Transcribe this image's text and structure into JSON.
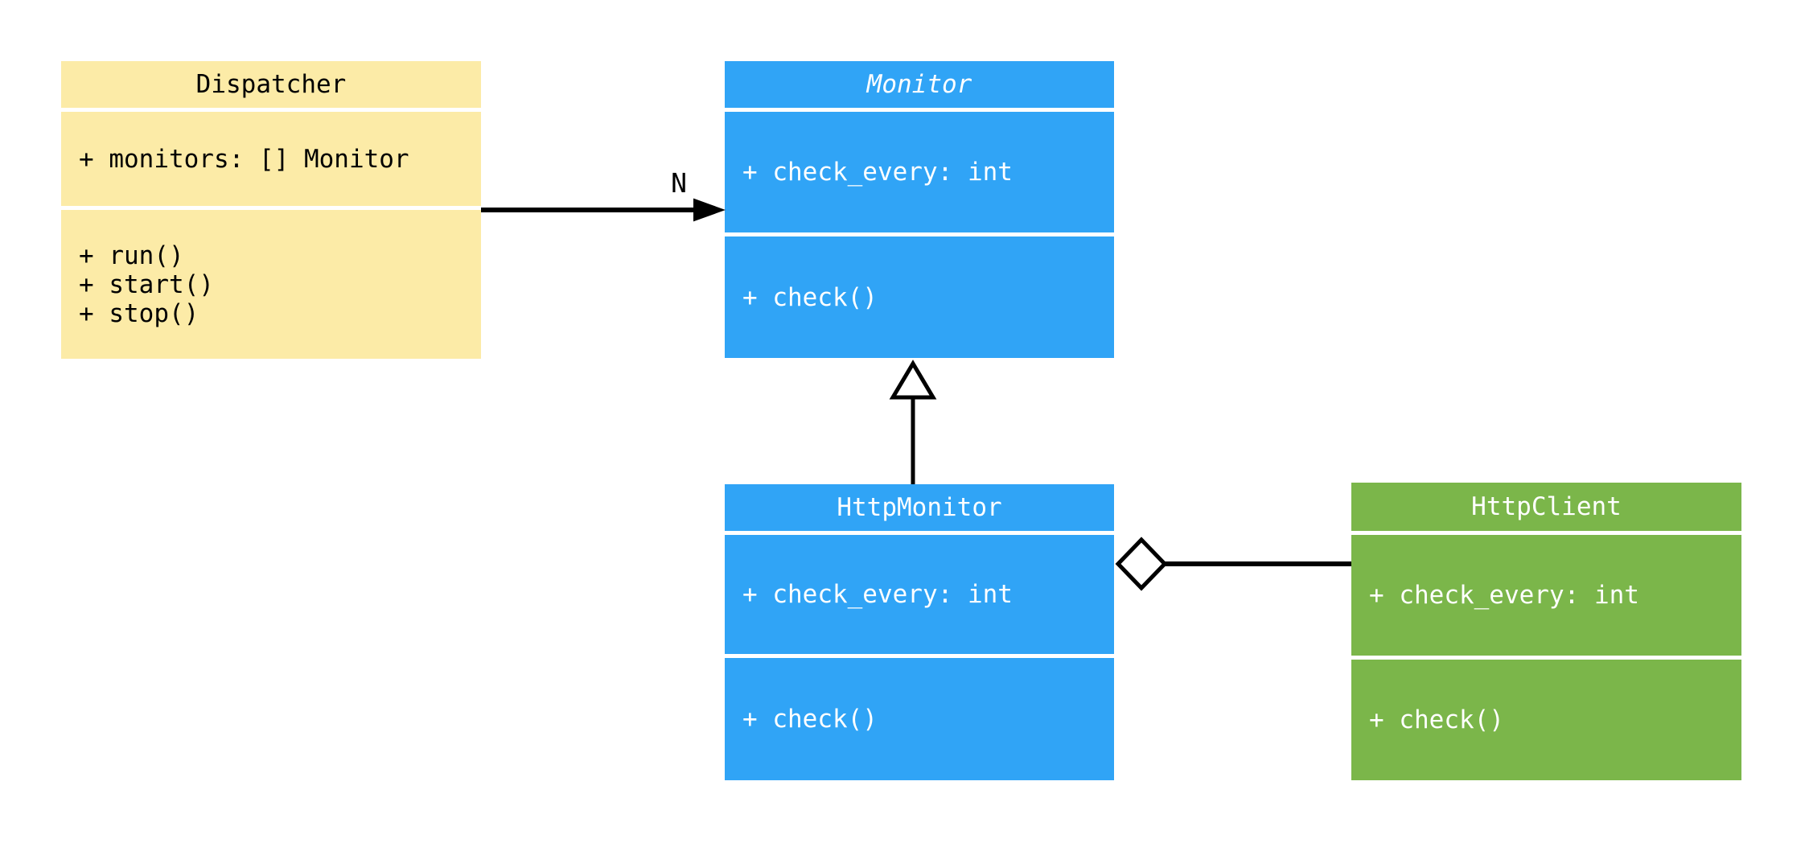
{
  "diagram": {
    "kind": "uml-class-diagram",
    "colors": {
      "dispatcher_fill": "#FCEBA7",
      "monitor_fill": "#30A4F6",
      "http_monitor_fill": "#30A4F6",
      "http_client_fill": "#7BB64A",
      "connector": "#000000",
      "text_on_light": "#000000",
      "text_on_dark": "#FFFFFF",
      "background": "#FFFFFF"
    },
    "classes": [
      {
        "name": "Dispatcher",
        "abstract": false,
        "attributes": [
          "+ monitors: [] Monitor"
        ],
        "methods": [
          "+ run()",
          "+ start()",
          "+ stop()"
        ]
      },
      {
        "name": "Monitor",
        "abstract": true,
        "attributes": [
          "+ check_every: int"
        ],
        "methods": [
          "+ check()"
        ]
      },
      {
        "name": "HttpMonitor",
        "abstract": false,
        "attributes": [
          "+ check_every: int"
        ],
        "methods": [
          "+ check()"
        ]
      },
      {
        "name": "HttpClient",
        "abstract": false,
        "attributes": [
          "+ check_every: int"
        ],
        "methods": [
          "+ check()"
        ]
      }
    ],
    "relationships": [
      {
        "from": "Dispatcher",
        "to": "Monitor",
        "type": "association",
        "label": "N"
      },
      {
        "from": "HttpMonitor",
        "to": "Monitor",
        "type": "inheritance",
        "label": ""
      },
      {
        "from": "HttpMonitor",
        "to": "HttpClient",
        "type": "aggregation",
        "label": ""
      }
    ]
  }
}
